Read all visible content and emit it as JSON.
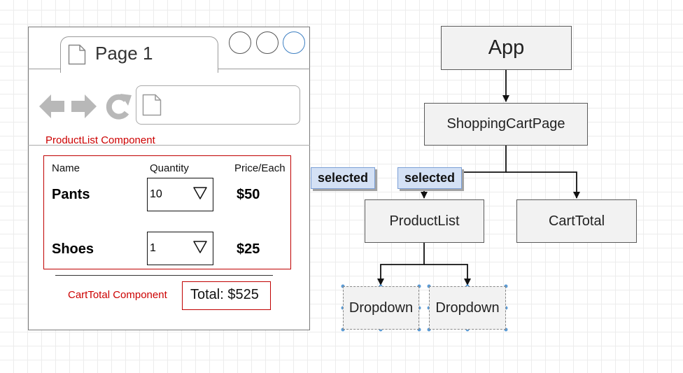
{
  "browser": {
    "tab_title": "Page 1",
    "productlist_label": "ProductList Component",
    "table": {
      "headers": [
        "Name",
        "Quantity",
        "Price/Each"
      ],
      "rows": [
        {
          "name": "Pants",
          "quantity": "10",
          "price": "$50"
        },
        {
          "name": "Shoes",
          "quantity": "1",
          "price": "$25"
        }
      ]
    },
    "carttotal_label": "CartTotal Component",
    "total": "Total: $525"
  },
  "tree": {
    "nodes": {
      "app": "App",
      "shopping_cart_page": "ShoppingCartPage",
      "product_list": "ProductList",
      "cart_total": "CartTotal",
      "dropdown_1": "Dropdown",
      "dropdown_2": "Dropdown"
    },
    "tags": [
      "selected",
      "selected"
    ]
  },
  "colors": {
    "component_label": "#cc0000",
    "node_fill": "#f2f2f2",
    "tag_fill": "#d4e1f5",
    "selection_handle": "#5b9bd5"
  }
}
